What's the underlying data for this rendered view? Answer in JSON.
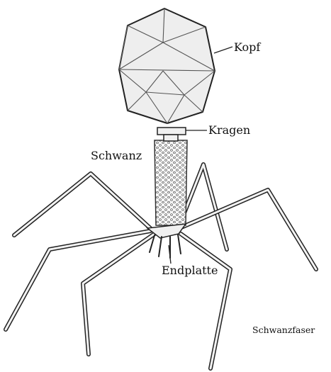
{
  "labels": {
    "head": "Kopf",
    "collar": "Kragen",
    "tail": "Schwanz",
    "baseplate": "Endplatte",
    "tail_fiber": "Schwanzfaser"
  },
  "colors": {
    "ink": "#222222",
    "capsid_fill": "#eeeeee",
    "fiber_fill": "#f2f2f2"
  }
}
